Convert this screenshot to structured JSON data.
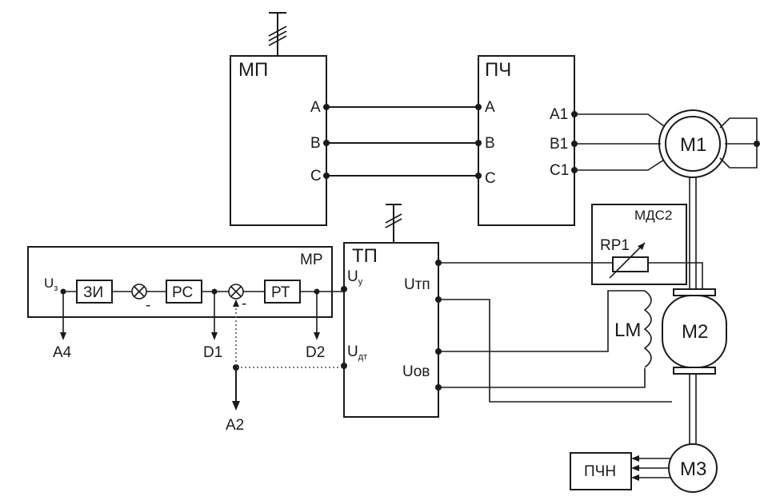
{
  "blocks": {
    "mp": "МП",
    "pch": "ПЧ",
    "tp": "ТП",
    "mr": "МР",
    "mds2": "МДС2",
    "pchn": "ПЧН",
    "zi": "ЗИ",
    "rs": "РС",
    "rt": "РТ"
  },
  "machines": {
    "m1": "M1",
    "m2": "M2",
    "m3": "M3",
    "lm": "LM",
    "rp1": "RP1"
  },
  "terminals": {
    "mp_a": "A",
    "mp_b": "B",
    "mp_c": "C",
    "pch_a": "A",
    "pch_b": "B",
    "pch_c": "C",
    "pch_a1": "A1",
    "pch_b1": "B1",
    "pch_c1": "C1",
    "tp_utp": "Uтп",
    "tp_uov": "Uов",
    "tp_uy_main": "U",
    "tp_uy_sub": "у",
    "tp_udt_main": "U",
    "tp_udt_sub": "дт",
    "mr_uz_main": "U",
    "mr_uz_sub": "з"
  },
  "outputs": {
    "a4": "A4",
    "d1": "D1",
    "d2": "D2",
    "a2": "A2"
  },
  "signs": {
    "minus1": "-",
    "minus2": "-"
  }
}
